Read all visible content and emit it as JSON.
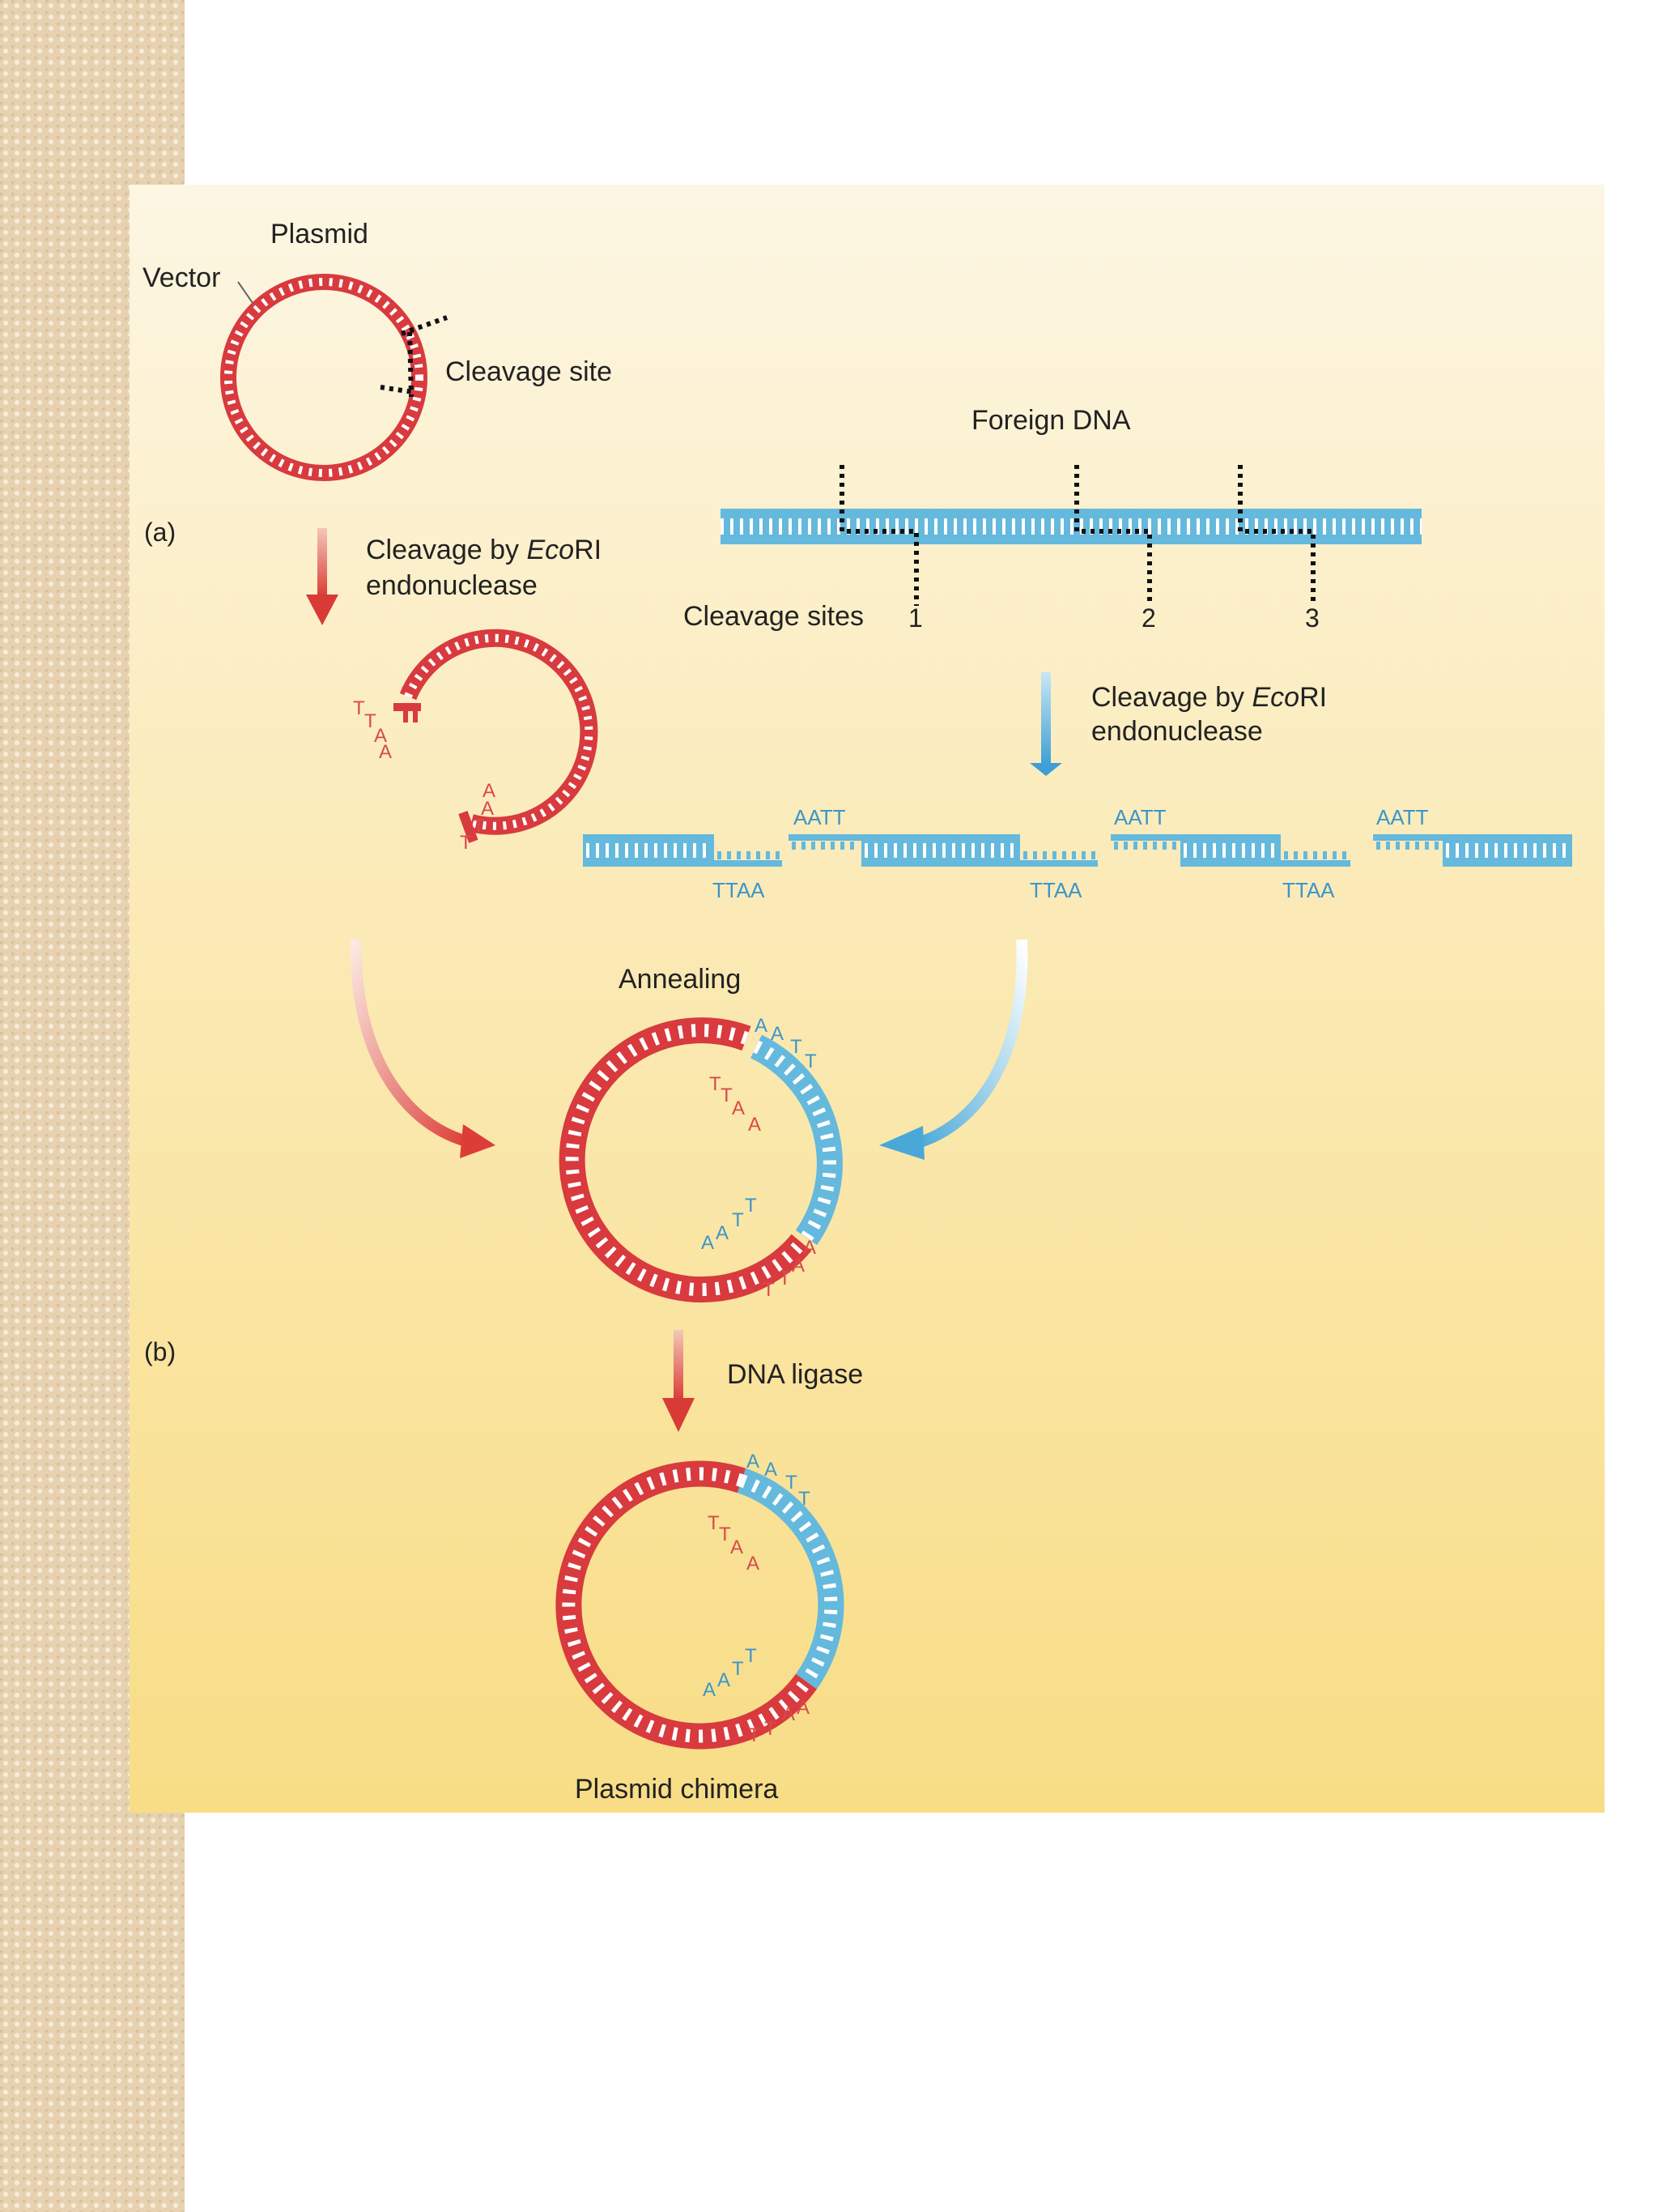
{
  "labels": {
    "plasmid": "Plasmid",
    "vector": "Vector",
    "cleavage_site": "Cleavage site",
    "foreign_dna": "Foreign DNA",
    "panel_a": "(a)",
    "cleavage_by": "Cleavage by ",
    "ecori_italic": "Eco",
    "ecori_roman": "RI",
    "endonuclease": "endonuclease",
    "cleavage_sites": "Cleavage sites",
    "site_1": "1",
    "site_2": "2",
    "site_3": "3",
    "annealing": "Annealing",
    "panel_b": "(b)",
    "dna_ligase": "DNA ligase",
    "plasmid_chimera": "Plasmid chimera"
  },
  "sequences": {
    "sticky_top": "AATT",
    "sticky_bottom": "TTAA",
    "base_A": "A",
    "base_T": "T"
  },
  "colors": {
    "plasmid_red": "#d83a3e",
    "foreign_blue": "#64b9dd",
    "text": "#222222"
  }
}
